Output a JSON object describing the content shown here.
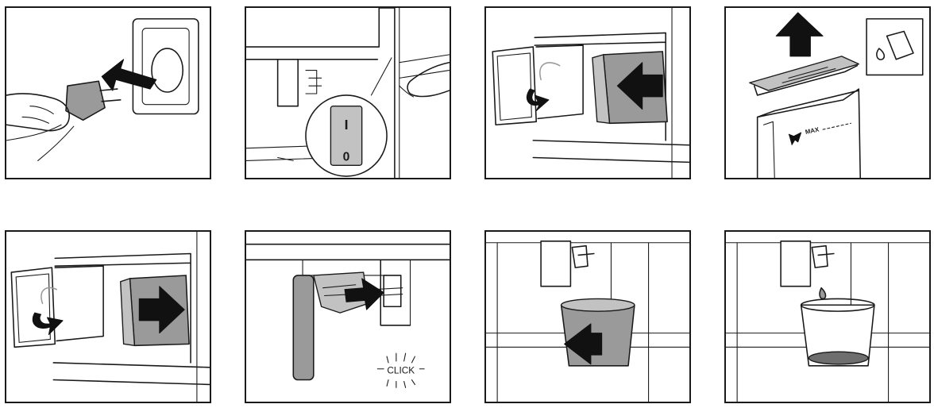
{
  "diagram": {
    "switch_on_label": "I",
    "switch_off_label": "0",
    "tank_max_label": "MAX",
    "click_label": "CLICK"
  },
  "colors": {
    "line": "#1a1a1a",
    "part_gray": "#9a9a9a",
    "arrow": "#111111"
  }
}
